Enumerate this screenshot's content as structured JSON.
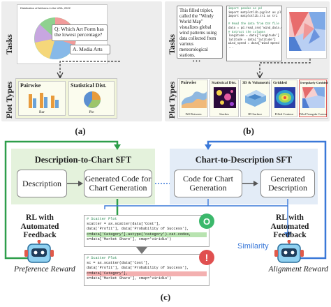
{
  "panel_a": {
    "tasks_label": "Tasks",
    "plot_types_label": "Plot Types",
    "caption": "(a)",
    "pie_title": "Distribution of Artforms in the USA, 2022",
    "question": "Q: Which Art Form has the lowest percentage?",
    "answer": "A. Media Arts",
    "cards": [
      {
        "title": "Pairwise",
        "caption": "Bar"
      },
      {
        "title": "Statistical Dist.",
        "caption": "Pie"
      }
    ]
  },
  "panel_b": {
    "tasks_label": "Tasks",
    "plot_types_label": "Plot Types",
    "caption": "(b)",
    "description": "This filled triplot, called the \"Windy World Map\" visualizes global wind patterns using data collected from various meteorological stations.",
    "ellipsis": "• • •",
    "code_lines": [
      "import pandas as pd",
      "import matplotlib.pyplot as plt",
      "import matplotlib.tri as tri",
      "",
      "# Read the data from CSV file",
      "data = pd.read_csv('wind_data.csv')",
      "# Extract the columns",
      "longitude = data['longitude']",
      "latitude = data['latitude']",
      "wind_speed = data['Wind Speed (m/s)']",
      "..."
    ],
    "cards": [
      {
        "title": "Pairwise",
        "caption": "Fill Between"
      },
      {
        "title": "Statistical Dist.",
        "caption": "Stackes"
      },
      {
        "title": "3D & Volumetric",
        "caption": "3D Surface"
      },
      {
        "title": "Gridded",
        "caption": "Filled Contour"
      },
      {
        "title": "Irregularly Gridded",
        "caption": "Filled Triangular Contour"
      }
    ]
  },
  "panel_c": {
    "caption": "(c)",
    "left_title": "Description-to-Chart SFT",
    "right_title": "Chart-to-Description SFT",
    "box_description": "Description",
    "box_generated_code": "Generated Code for Chart Generation",
    "box_code": "Code for Chart Generation",
    "box_generated_description": "Generated Description",
    "rl_left": "RL with Automated Feedback",
    "rl_right": "RL with Automated Feedback",
    "preference_reward": "Preference Reward",
    "alignment_reward": "Alignment Reward",
    "similarity": "Similarity",
    "code_good": [
      "# Scatter Plot",
      "scatter = ax.scatter(data['Cost'],",
      "data['Profit'], data['Probability of Success'],",
      "c=data['Category'].astype('category').cat.codes,",
      "s=data['Market Share'], cmap='viridis')"
    ],
    "code_bad": [
      "# Scatter Plot",
      "sc = ax.scatter(data['Cost'],",
      "data['Profit'], data['Probability of Success'],",
      "c=data['Category'],",
      "s=data['Market Share'], cmap='viridis')"
    ],
    "good_symbol": "O",
    "bad_symbol": "!"
  },
  "colors": {
    "green": "#2e9e4a",
    "blue": "#3a78d8",
    "panel_gray": "#ededed",
    "left_bg": "#e4f2dc",
    "right_bg": "#e3ecf7"
  }
}
